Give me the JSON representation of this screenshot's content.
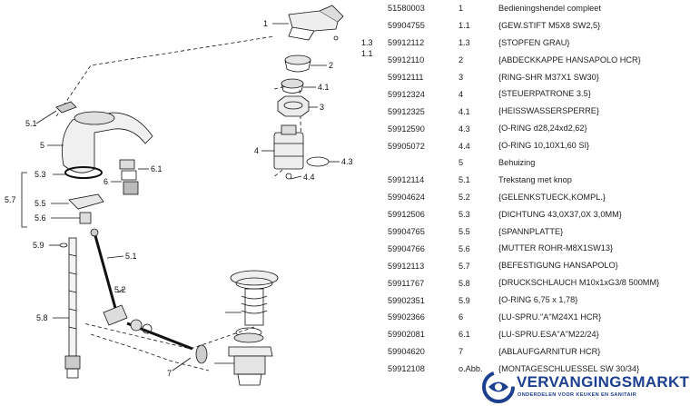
{
  "callouts": {
    "c1": "1",
    "c1_3": "1.3",
    "c1_1": "1.1",
    "c2": "2",
    "c4_1": "4.1",
    "c3": "3",
    "c4": "4",
    "c4_3": "4.3",
    "c4_4": "4.4",
    "c5_1": "5.1",
    "c5": "5",
    "c5_3": "5.3",
    "c6_1": "6.1",
    "c6": "6",
    "c5_7": "5.7",
    "c5_5": "5.5",
    "c5_6": "5.6",
    "c5_9": "5.9",
    "c5_1b": "5.1",
    "c5_2": "5.2",
    "c5_8": "5.8",
    "c7": "7"
  },
  "parts": [
    {
      "code": "51580003",
      "pos": "1",
      "desc": "Bedieningshendel compleet"
    },
    {
      "code": "59904755",
      "pos": "1.1",
      "desc": "{GEW.STIFT M5X8 SW2,5}"
    },
    {
      "code": "59912112",
      "pos": "1.3",
      "desc": "{STOPFEN GRAU}"
    },
    {
      "code": "59912110",
      "pos": "2",
      "desc": "{ABDECKKAPPE HANSAPOLO HCR}"
    },
    {
      "code": "59912111",
      "pos": "3",
      "desc": "{RING-SHR M37X1 SW30}"
    },
    {
      "code": "59912324",
      "pos": "4",
      "desc": "{STEUERPATRONE 3.5}"
    },
    {
      "code": "59912325",
      "pos": "4.1",
      "desc": "{HEISSWASSERSPERRE}"
    },
    {
      "code": "59912590",
      "pos": "4.3",
      "desc": "{O-RING d28,24xd2,62}"
    },
    {
      "code": "59905072",
      "pos": "4.4",
      "desc": "{O-RING 10,10X1,60 SI}"
    },
    {
      "code": "",
      "pos": "5",
      "desc": "Behuizing"
    },
    {
      "code": "59912114",
      "pos": "5.1",
      "desc": "Trekstang met knop"
    },
    {
      "code": "59904624",
      "pos": "5.2",
      "desc": "{GELENKSTUECK,KOMPL.}"
    },
    {
      "code": "59912506",
      "pos": "5.3",
      "desc": "{DICHTUNG 43,0X37,0X 3,0MM}"
    },
    {
      "code": "59904765",
      "pos": "5.5",
      "desc": "{SPANNPLATTE}"
    },
    {
      "code": "59904766",
      "pos": "5.6",
      "desc": "{MUTTER ROHR-M8X1SW13}"
    },
    {
      "code": "59912113",
      "pos": "5.7",
      "desc": "{BEFESTIGUNG HANSAPOLO}"
    },
    {
      "code": "59911767",
      "pos": "5.8",
      "desc": "{DRUCKSCHLAUCH M10x1xG3/8 500MM}"
    },
    {
      "code": "59902351",
      "pos": "5.9",
      "desc": "{O-RING 6,75 x 1,78}"
    },
    {
      "code": "59902366",
      "pos": "6",
      "desc": "{LU-SPRU.\"A\"M24X1 HCR}"
    },
    {
      "code": "59902081",
      "pos": "6.1",
      "desc": "{LU-SPRU.ESA\"A\"M22/24}"
    },
    {
      "code": "59904620",
      "pos": "7",
      "desc": "{ABLAUFGARNITUR HCR}"
    },
    {
      "code": "59912108",
      "pos": "o.Abb.",
      "desc": "{MONTAGESCHLUESSEL SW 30/34}"
    }
  ],
  "logo": {
    "brand": "VERVANGINGSMARKT",
    "tagline": "ONDERDELEN VOOR KEUKEN EN SANITAIR",
    "color": "#1d3f8f"
  }
}
